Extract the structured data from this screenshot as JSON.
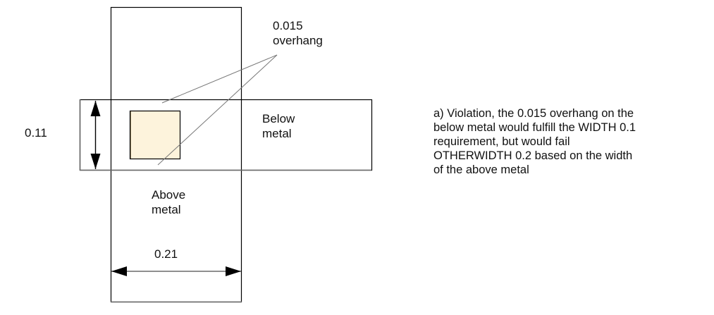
{
  "diagram": {
    "labels": {
      "overhang": [
        "0.015",
        "overhang"
      ],
      "below_metal": [
        "Below",
        "metal"
      ],
      "above_metal": [
        "Above",
        "metal"
      ],
      "height_dimension": "0.11",
      "width_dimension": "0.21"
    },
    "colors": {
      "via_fill": "#FDF3DC",
      "stroke": "#000000",
      "leader_line": "#777777"
    }
  },
  "note": {
    "lines": [
      "a) Violation, the 0.015 overhang on the",
      "below metal would fulfill the WIDTH 0.1",
      "requirement, but would fail",
      "OTHERWIDTH 0.2 based on the width",
      "of the above metal"
    ]
  }
}
